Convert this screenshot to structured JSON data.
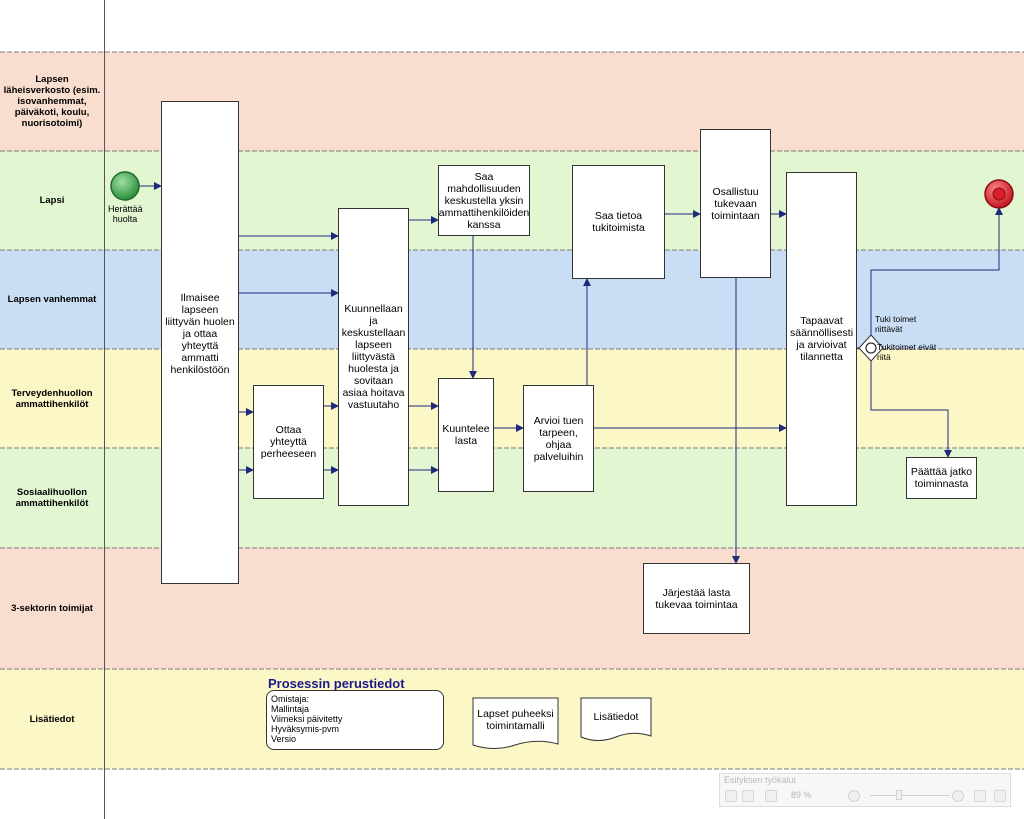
{
  "lanes": [
    {
      "label": "Lapsen läheisverkosto (esim. isovanhemmat, päiväkoti, koulu, nuorisotoimi)",
      "color": "#f9ddcf"
    },
    {
      "label": "Lapsi",
      "color": "#e2f6d2"
    },
    {
      "label": "Lapsen vanhemmat",
      "color": "#c9def5"
    },
    {
      "label": "Terveydenhuollon ammattihenkilöt",
      "color": "#fbf7c7"
    },
    {
      "label": "Sosiaalihuollon ammattihenkilöt",
      "color": "#e2f6d2"
    },
    {
      "label": "3-sektorin toimijat",
      "color": "#f9ddcf"
    },
    {
      "label": "Lisätiedot",
      "color": "#fbf7c7"
    }
  ],
  "events": {
    "start_label": "Herättää huolta",
    "start_color": "#3aa24a",
    "end_color": "#d81e2a"
  },
  "tasks": {
    "ilmaisee": "Ilmaisee lapseen liittyvän huolen ja ottaa yhteyttä ammatti henkilöstöön",
    "ottaa": "Ottaa yhteyttä perheeseen",
    "kuunnellaan": "Kuunnellaan ja keskustellaan lapseen liittyvästä huolesta ja sovitaan asiaa hoitava vastuutaho",
    "saa_mahdollisuuden": "Saa mahdollisuuden keskustella yksin ammattihenkilöiden kanssa",
    "kuuntelee": "Kuuntelee lasta",
    "arvioi": "Arvioi tuen tarpeen, ohjaa palveluihin",
    "saa_tietoa": "Saa tietoa tukitoimista",
    "osallistuu": "Osallistuu tukevaan toimintaan",
    "jarjestaa": "Järjestää  lasta tukevaa toimintaa",
    "tapaavat": "Tapaavat säännöllisesti ja arvioivat tilannetta",
    "paattaa": "Päättää jatko toiminnasta"
  },
  "gateway": {
    "label_yes": "Tuki toimet riittävät",
    "label_no": "Tukitoimet eivät riitä"
  },
  "info": {
    "title": "Prosessin perustiedot",
    "lines": [
      "Omistaja:",
      "Mallintaja",
      "Viimeksi päivitetty",
      "Hyväksymis-pvm",
      "Versio"
    ],
    "doc1": "Lapset puheeksi toimintamalli",
    "doc2": "Lisätiedot"
  },
  "toolbar": {
    "title": "Esityksen työkalut",
    "zoom": "89 %"
  },
  "colors": {
    "arrow": "#1f2a7a",
    "border": "#333333"
  }
}
